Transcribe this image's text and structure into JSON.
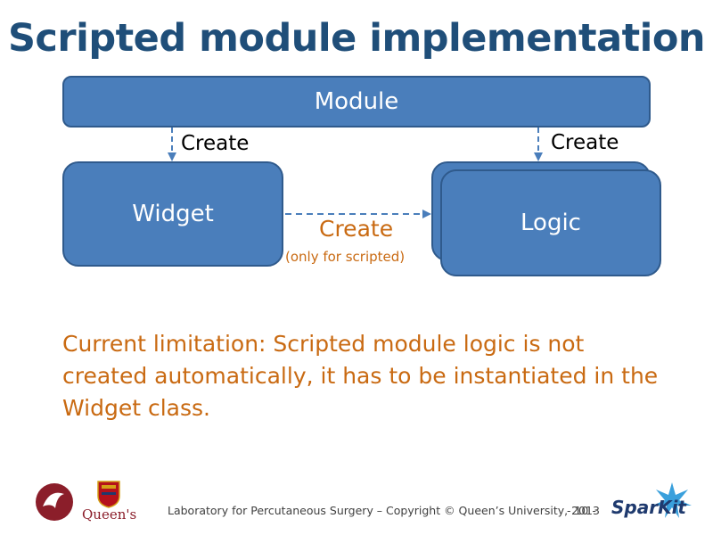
{
  "slide": {
    "title": "Scripted module implementation"
  },
  "diagram": {
    "module_label": "Module",
    "widget_label": "Widget",
    "logic_label": "Logic",
    "create_left_label": "Create",
    "create_right_label": "Create",
    "create_middle_label": "Create",
    "create_middle_note": "(only for scripted)"
  },
  "limitation_text": "Current limitation: Scripted module logic is not created automatically, it has to be instantiated in the Widget class.",
  "footer": {
    "copyright": "Laboratory for Percutaneous Surgery – Copyright © Queen’s University, 2013",
    "page_number": "- 10 -",
    "queens_logo_text": "Queen's",
    "sparkit_logo_text": "SparKit"
  },
  "colors": {
    "title": "#1f4e79",
    "box_fill": "#4a7ebb",
    "box_border": "#2f5a8c",
    "accent_orange": "#c96a12",
    "arrow": "#4a7ebb"
  }
}
